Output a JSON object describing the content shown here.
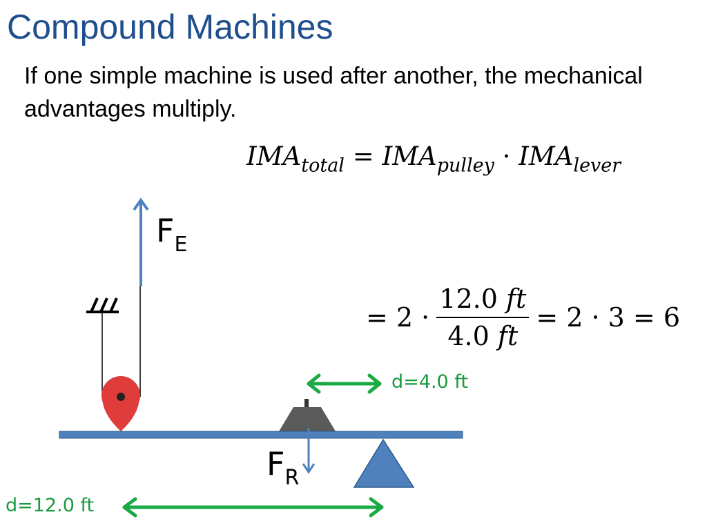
{
  "slide": {
    "title": "Compound Machines",
    "body": "If one simple machine is used after another, the mechanical advantages multiply."
  },
  "equation_top": {
    "lhs": "IMA",
    "lhs_sub": "total",
    "eq": "=",
    "term1": "IMA",
    "term1_sub": "pulley",
    "dot": "·",
    "term2": "IMA",
    "term2_sub": "lever"
  },
  "equation_bottom": {
    "prefix": "= 2 ·",
    "numerator_value": "12.0",
    "numerator_unit": "ft",
    "denominator_value": "4.0",
    "denominator_unit": "ft",
    "suffix": "= 2 · 3 = 6"
  },
  "diagram": {
    "effort_force": {
      "letter": "F",
      "subscript": "E"
    },
    "resistance_force": {
      "letter": "F",
      "subscript": "R"
    },
    "resistance_distance_label": "d=4.0 ft",
    "effort_distance_label": "d=12.0 ft",
    "colors": {
      "effort_arrow": "#4f81bd",
      "lever": "#4f81bd",
      "fulcrum": "#4f81bd",
      "pulley": "#e03c3c",
      "load": "#5a5a5a",
      "distance_arrows": "#1aaa44"
    }
  }
}
